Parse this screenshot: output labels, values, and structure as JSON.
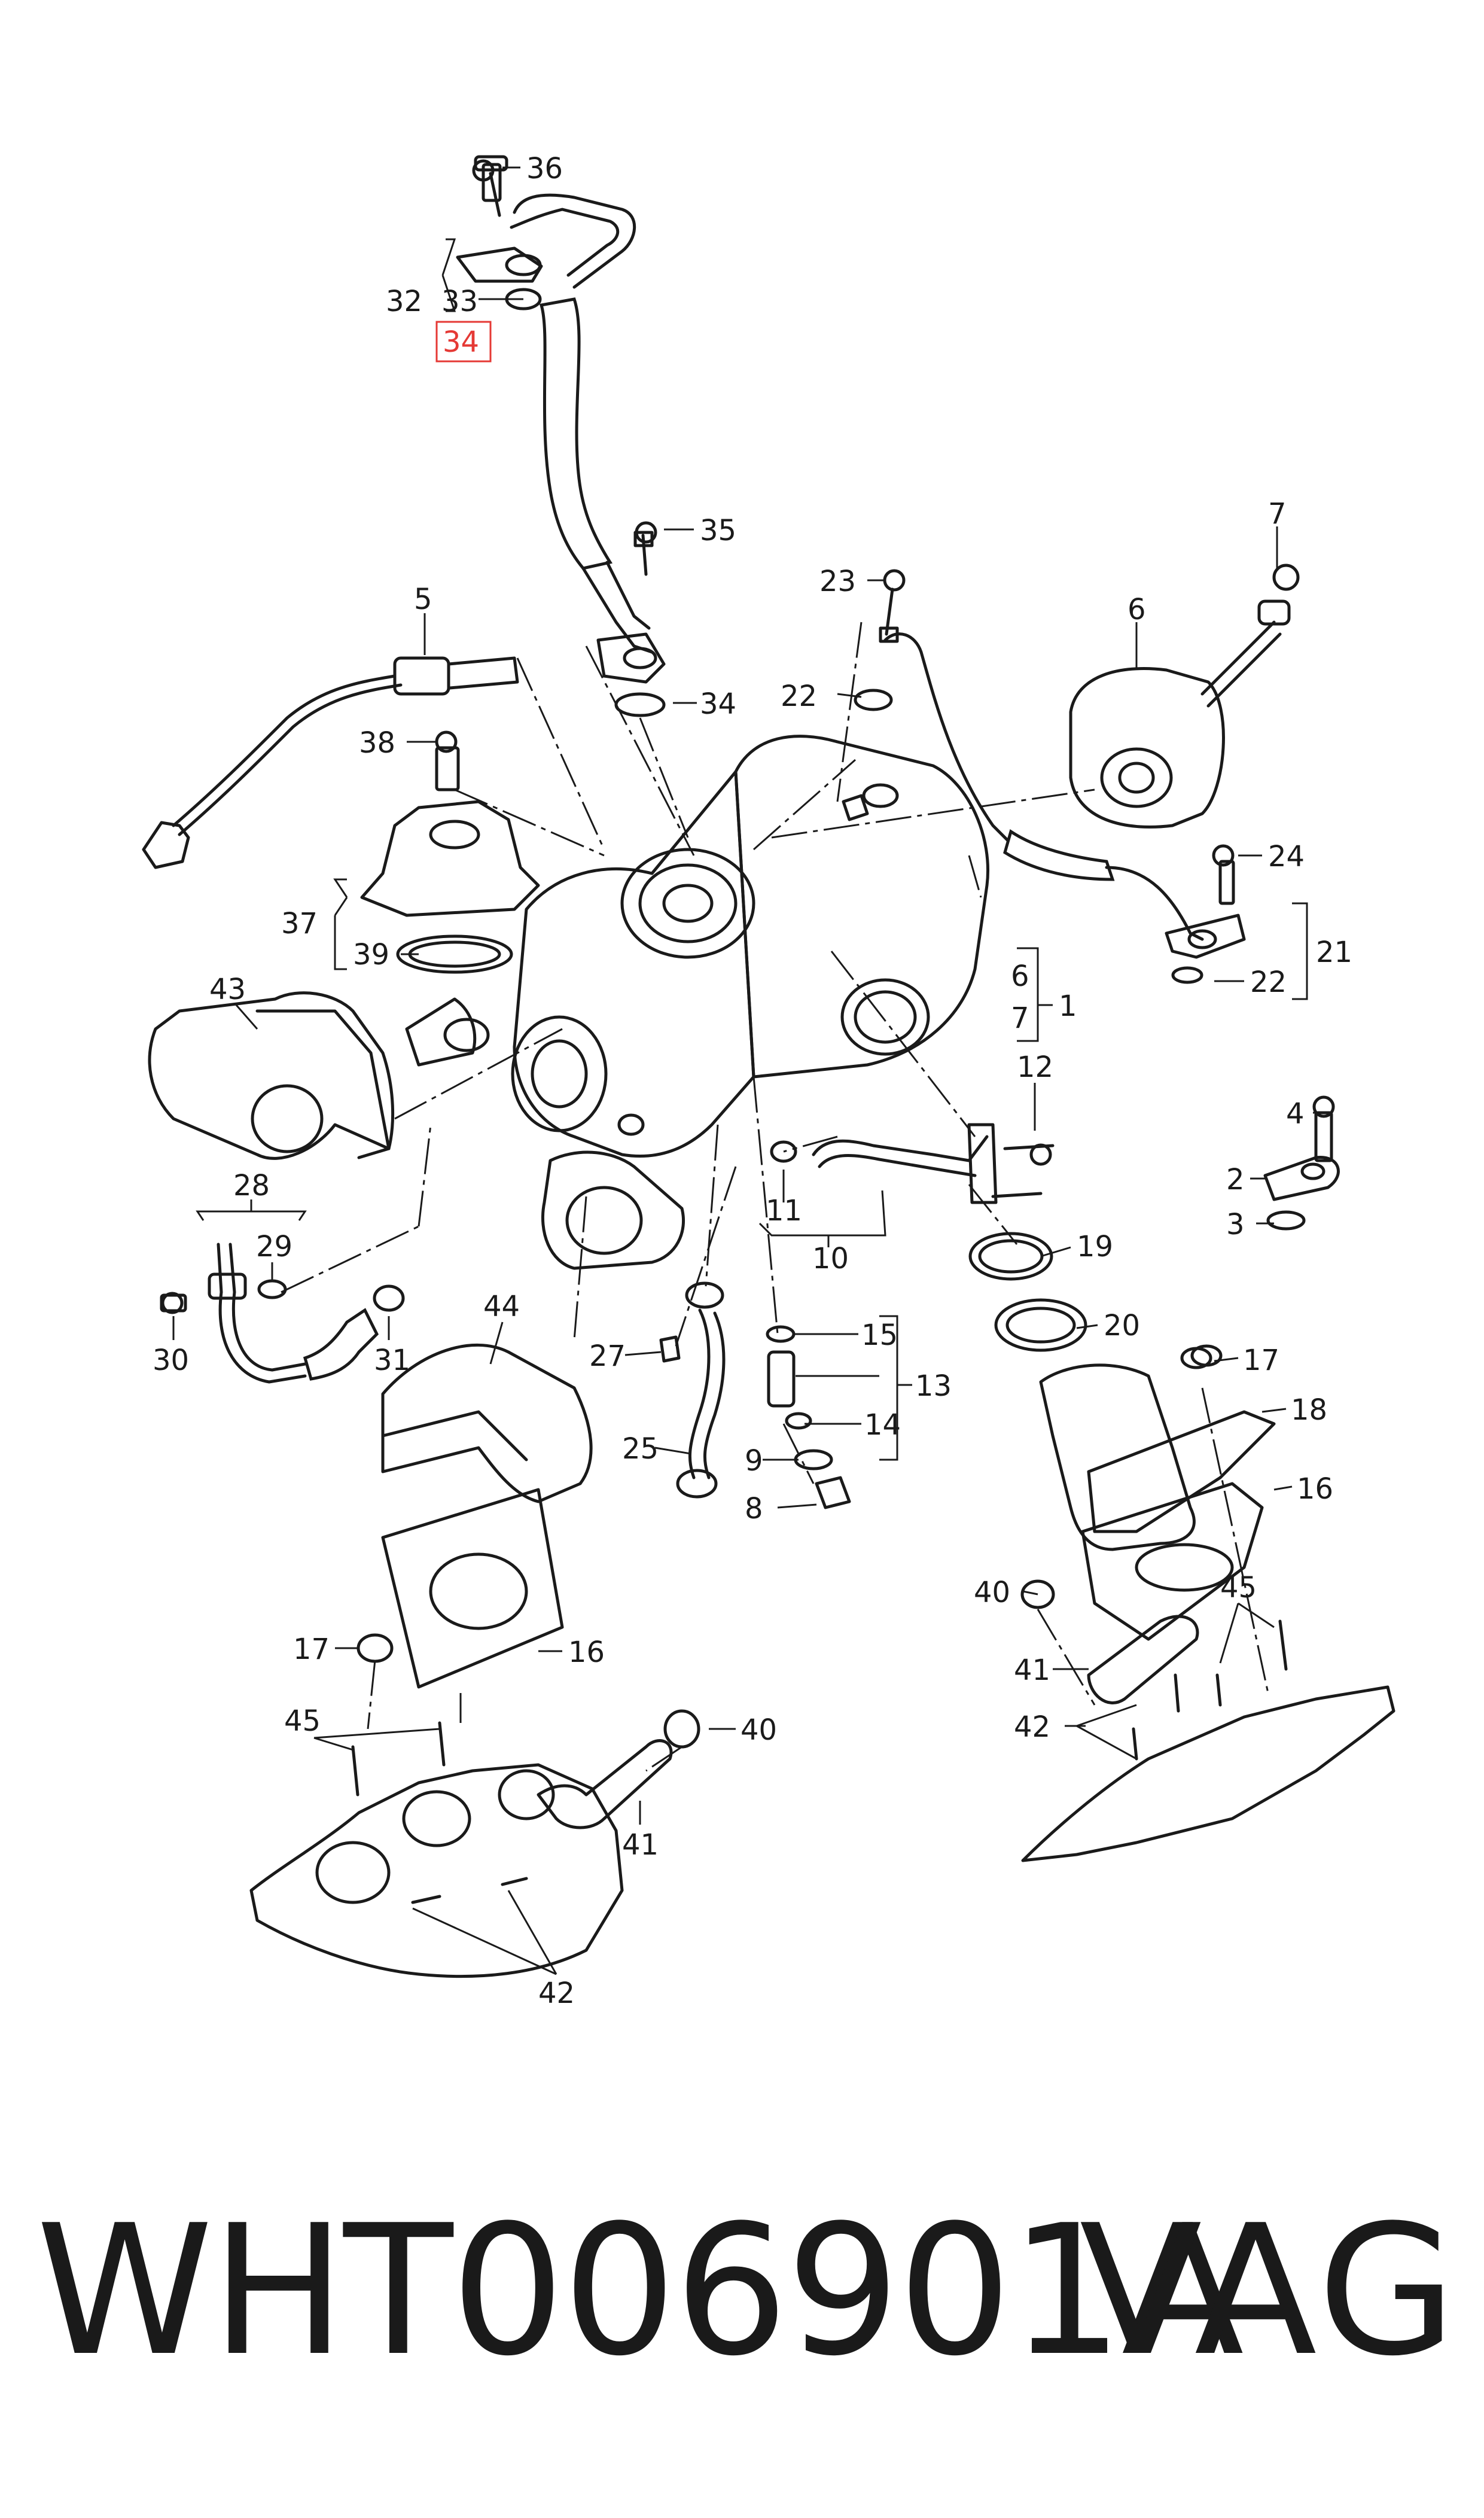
{
  "diagram": {
    "callouts": [
      "36",
      "32",
      "33",
      "34",
      "35",
      "34",
      "5",
      "38",
      "37",
      "39",
      "43",
      "28",
      "29",
      "30",
      "31",
      "44",
      "23",
      "22",
      "6",
      "7",
      "24",
      "21",
      "22",
      "6",
      "7",
      "1",
      "12",
      "4",
      "2",
      "3",
      "11",
      "10",
      "19",
      "20",
      "15",
      "13",
      "14",
      "27",
      "25",
      "9",
      "8",
      "17",
      "18",
      "16",
      "40",
      "41",
      "42",
      "45",
      "17",
      "16",
      "45",
      "40",
      "41",
      "42"
    ],
    "highlighted_callout": "34"
  },
  "footer": {
    "part_number": "WHT006901A",
    "brand": "VAG"
  }
}
